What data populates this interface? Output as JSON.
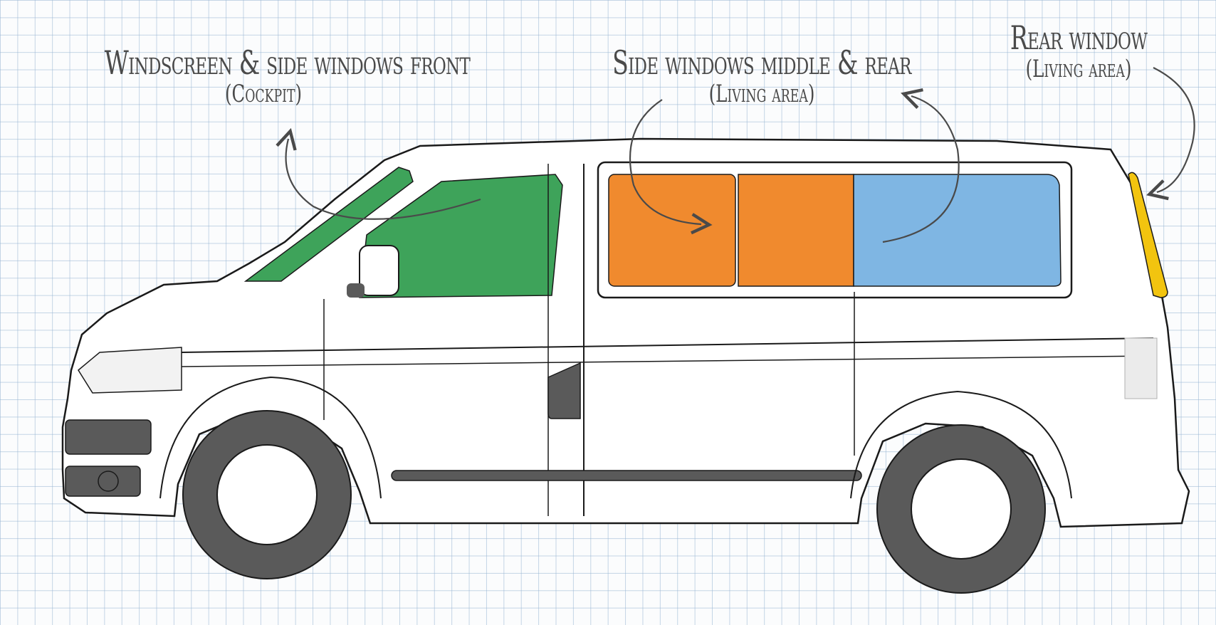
{
  "labels": {
    "front": {
      "title": "Windscreen & side windows front",
      "subtitle": "(Cockpit)"
    },
    "middle": {
      "title": "Side windows middle & rear",
      "subtitle": "(Living area)"
    },
    "rear": {
      "title": "Rear window",
      "subtitle": "(Living area)"
    }
  },
  "colors": {
    "front_windows": "#3ea35a",
    "middle_windows": "#f08a2e",
    "rear_side_window": "#7fb6e3",
    "rear_window": "#f2c40f",
    "outline": "#1a1a1a",
    "tyre": "#5a5a5a",
    "annotation": "#4a4a4a"
  }
}
